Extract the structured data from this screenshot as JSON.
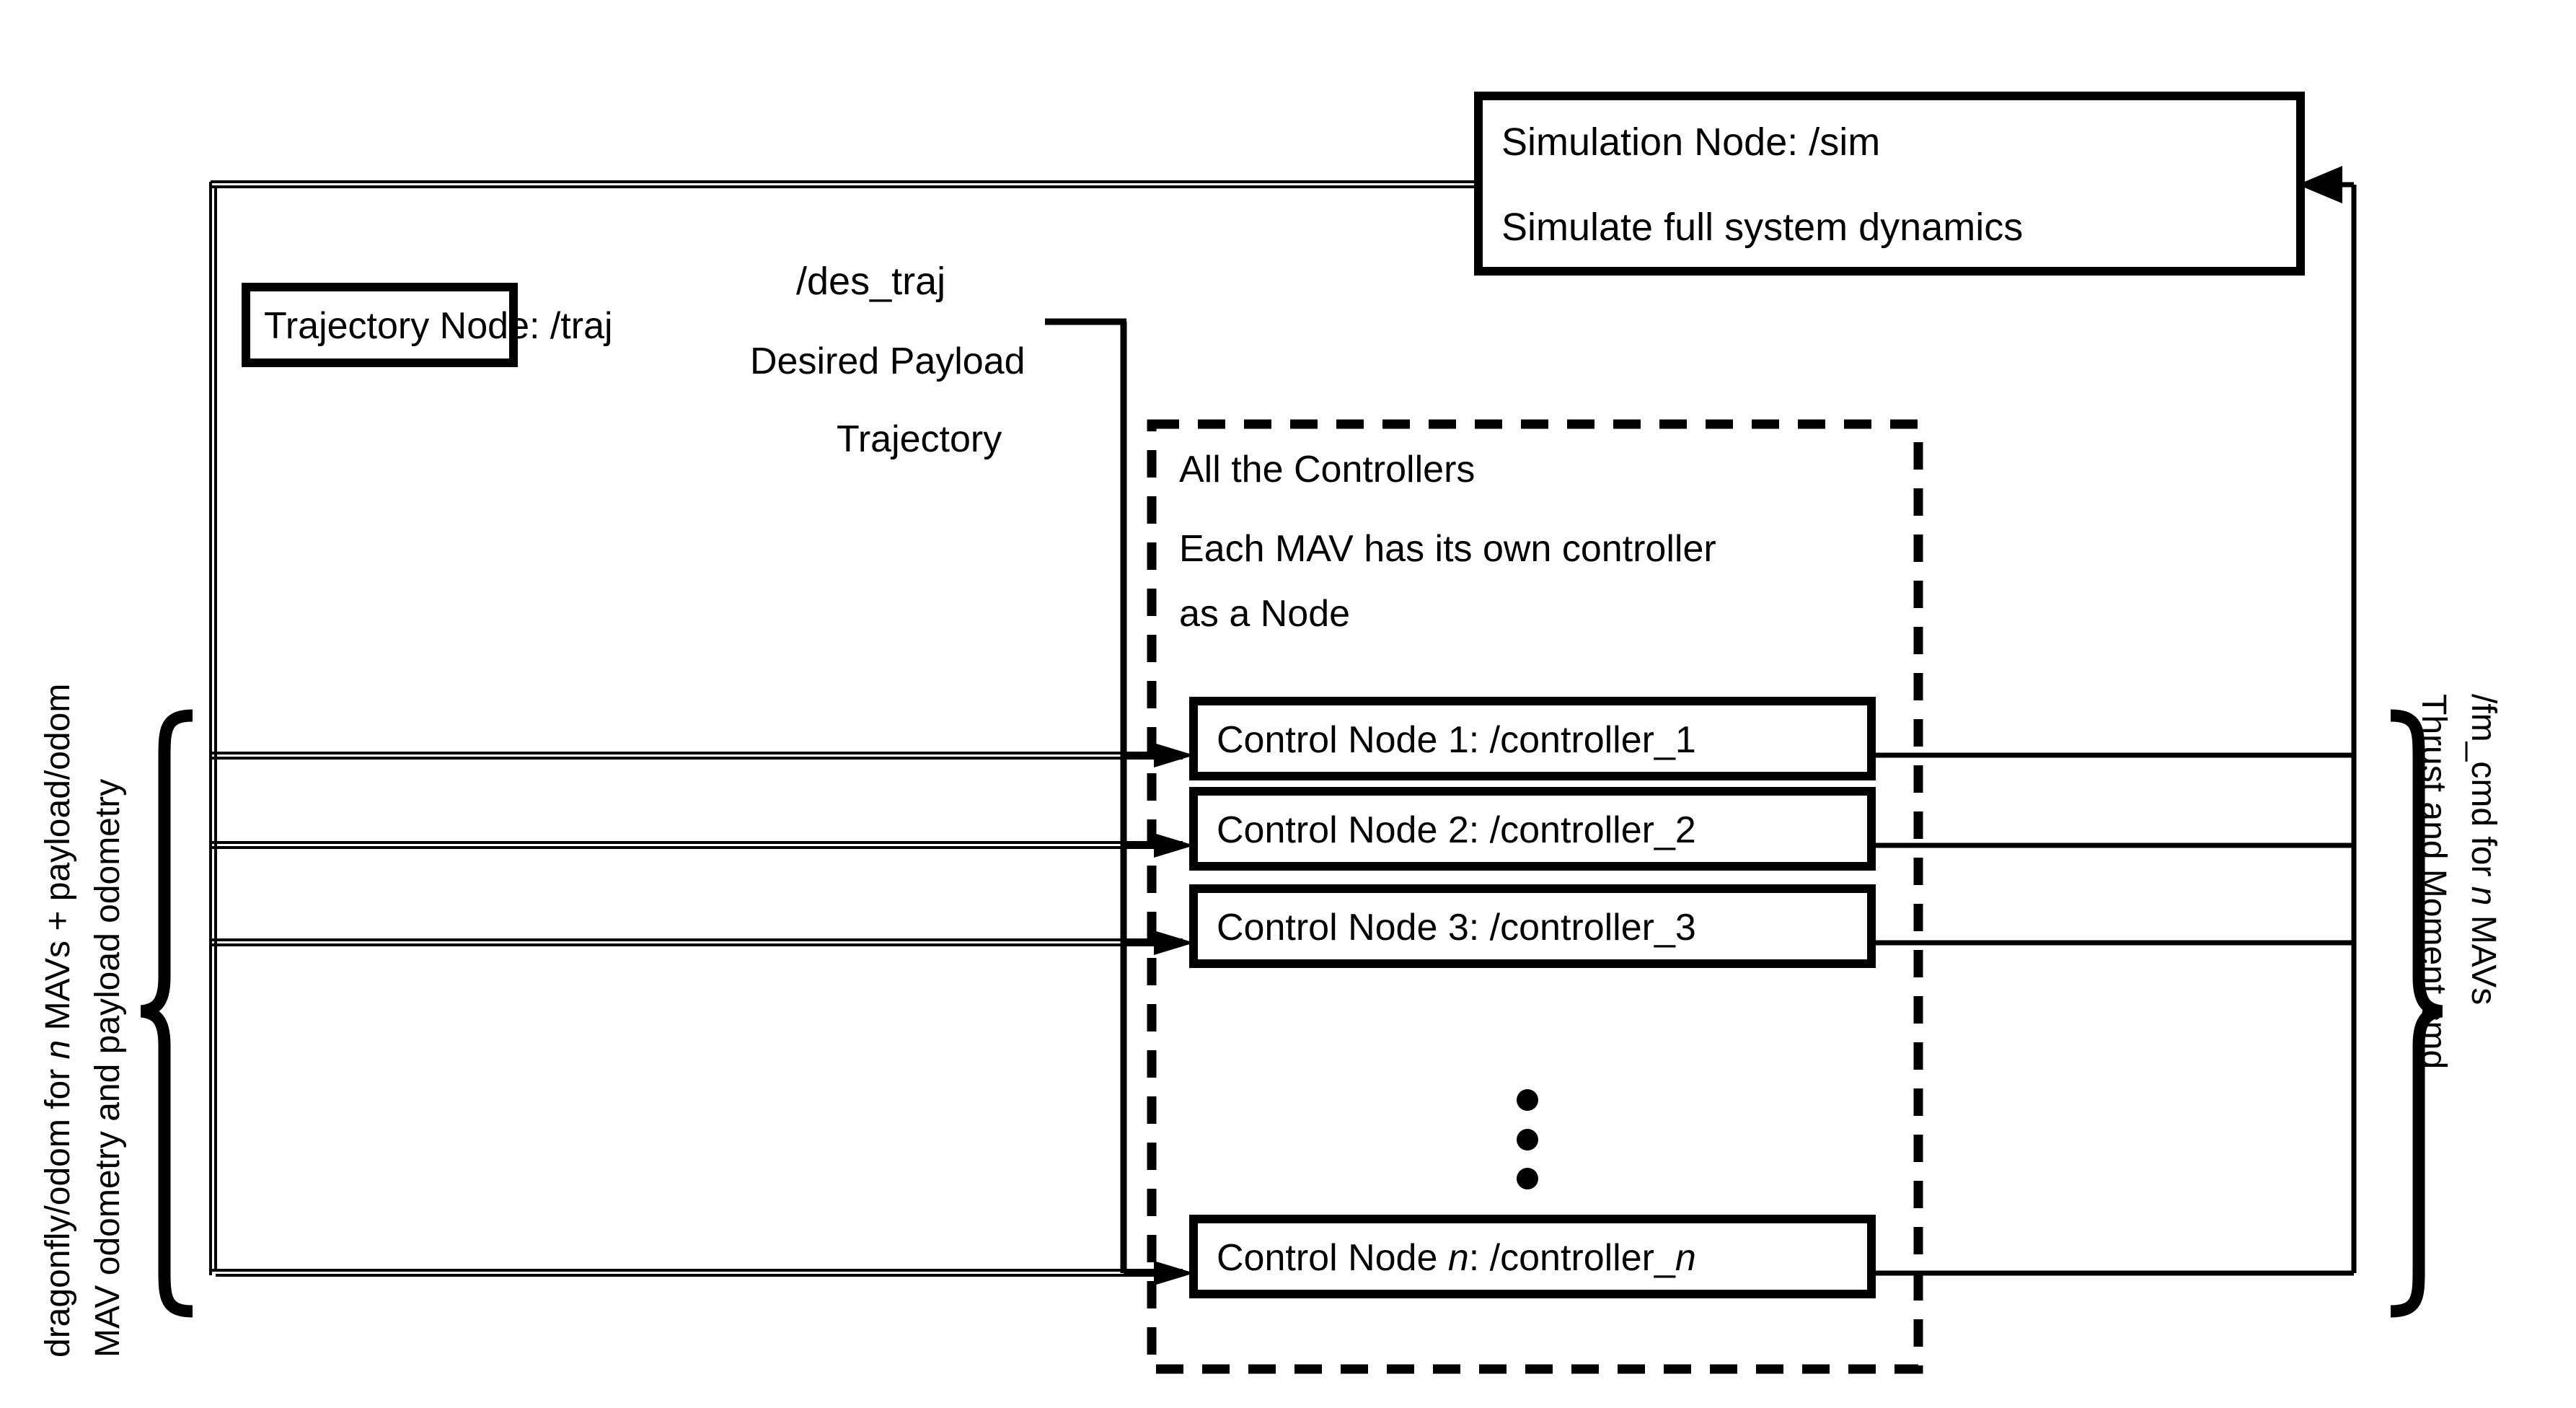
{
  "diagram": {
    "title_absent": true,
    "nodes": {
      "simulation": {
        "line1": "Simulation Node: /sim",
        "line2": "Simulate full system dynamics"
      },
      "trajectory": {
        "label": "Trajectory Node: /traj"
      },
      "controllers_group": {
        "header": "All the Controllers",
        "body_line1": "Each MAV has its own controller",
        "body_line2": "as a Node"
      },
      "control_nodes": [
        {
          "prefix": "Control Node 1: /controller_1",
          "index": "1",
          "italic_index": false
        },
        {
          "prefix": "Control Node 2: /controller_2",
          "index": "2",
          "italic_index": false
        },
        {
          "prefix": "Control Node 3: /controller_3",
          "index": "3",
          "italic_index": false
        },
        {
          "prefix": "Control Node n: /controller_n",
          "index": "n",
          "italic_index": true
        }
      ],
      "ellipsis": "⋮"
    },
    "edges": {
      "des_traj": {
        "topic": "/des_traj",
        "desc_line1": "Desired Payload",
        "desc_line2": "Trajectory"
      },
      "odom": {
        "line1_a": "dragonfly/odom for ",
        "line1_n": "n",
        "line1_b": " MAVs + payload/odom",
        "line2": "MAV odometry and payload odometry"
      },
      "fm_cmd": {
        "line1_a": "/fm_cmd for ",
        "line1_n": "n",
        "line1_b": " MAVs",
        "line2": "Thrust and Moment cmd"
      }
    },
    "colors": {
      "stroke": "#000000",
      "fill": "#ffffff"
    }
  }
}
